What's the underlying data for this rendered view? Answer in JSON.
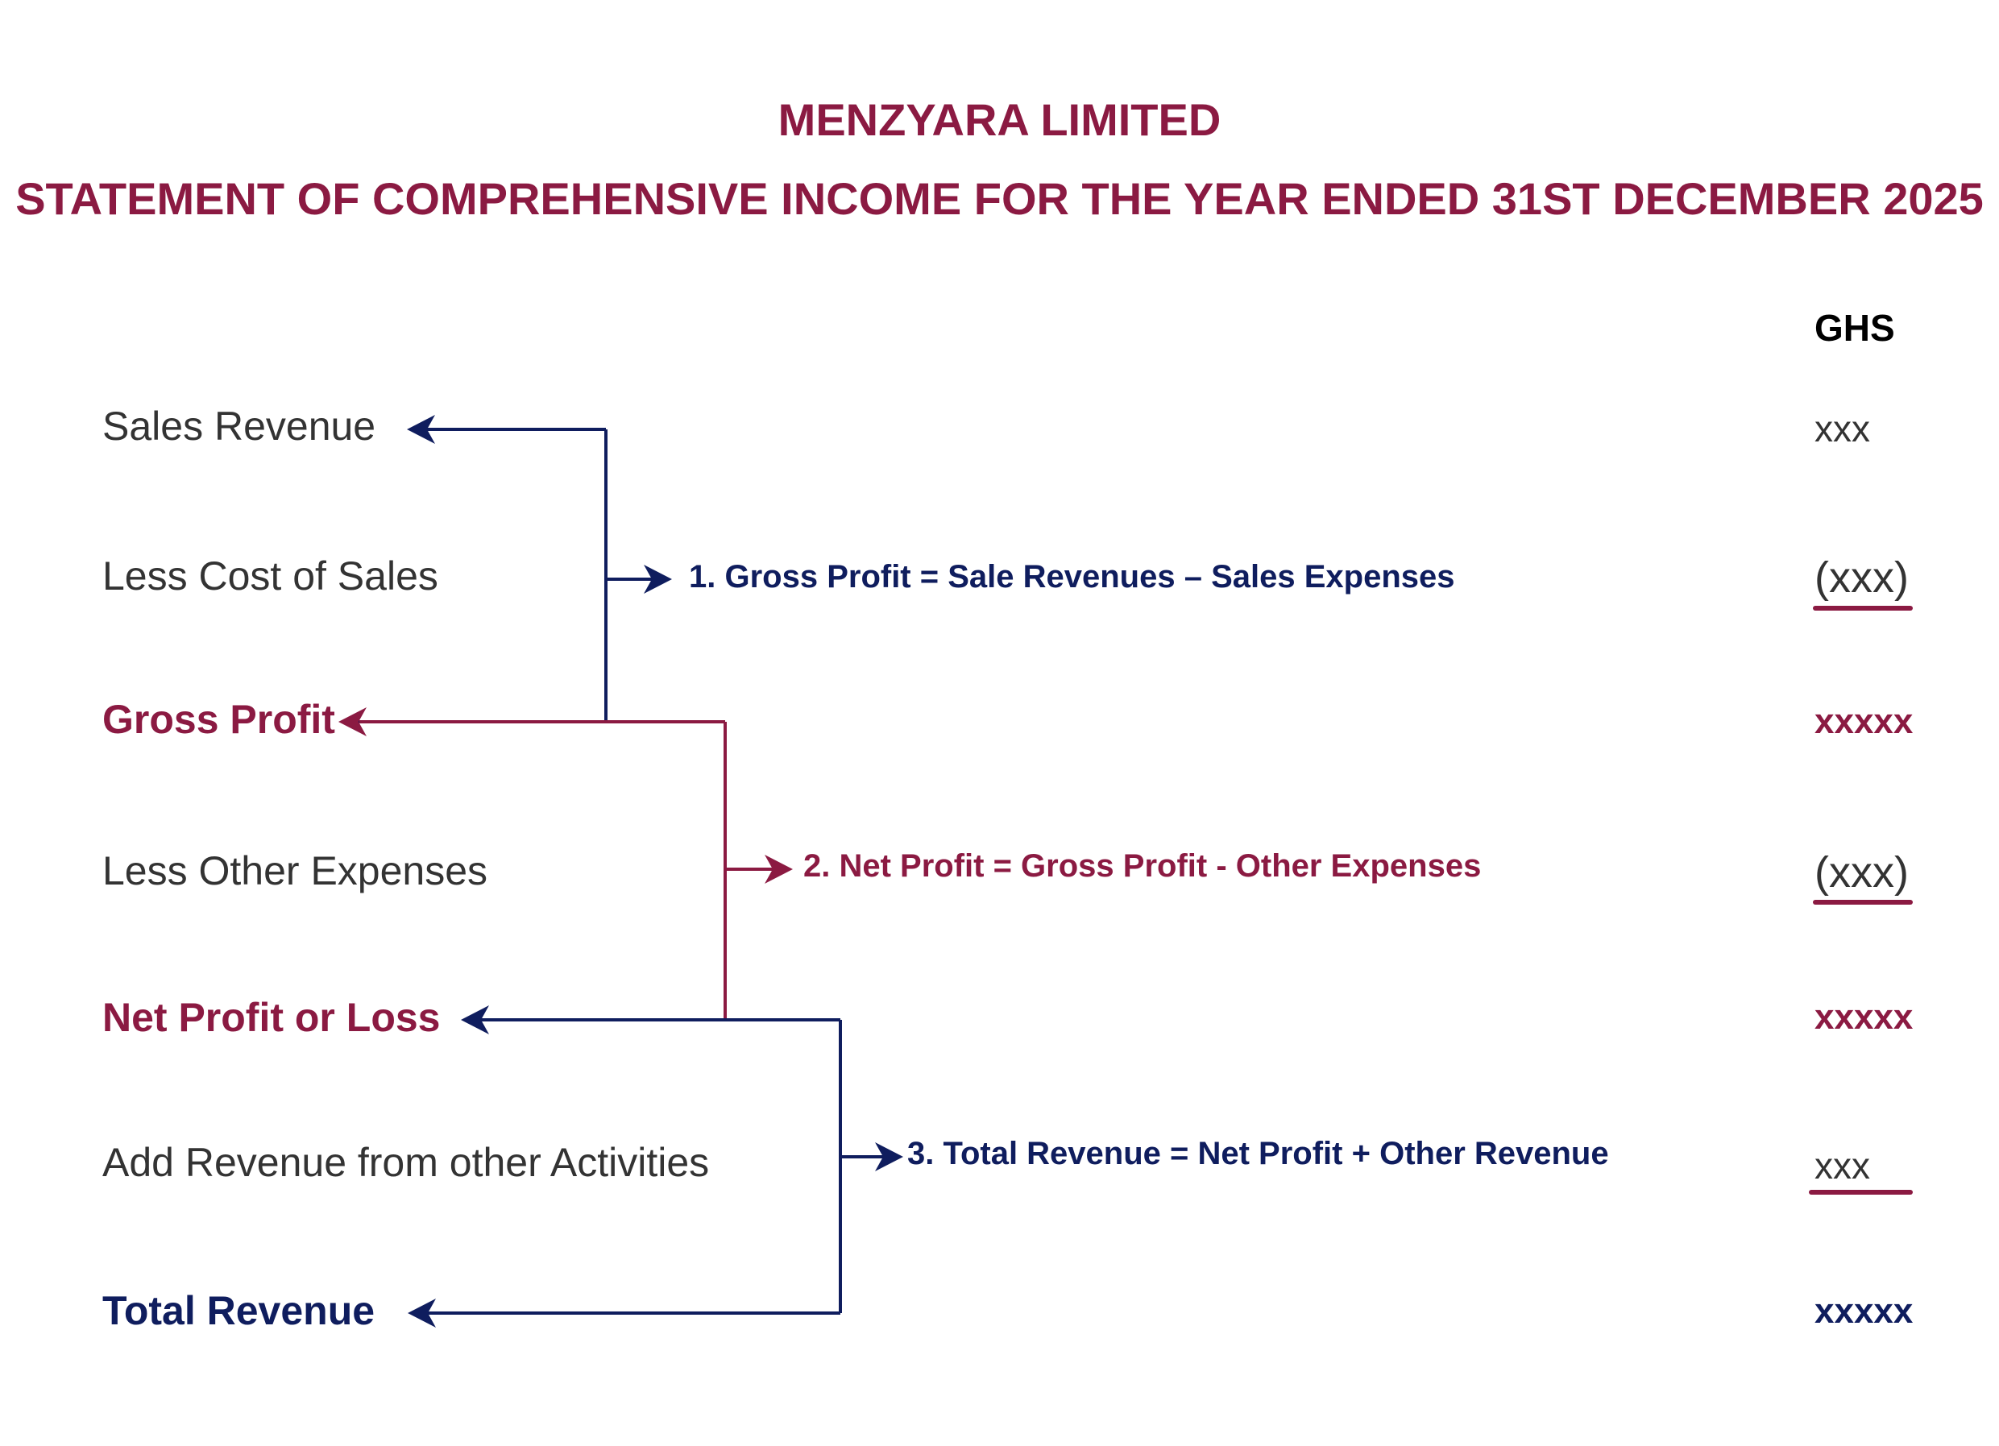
{
  "company": "MENZYARA LIMITED",
  "statement_title": "STATEMENT OF COMPREHENSIVE INCOME FOR THE YEAR ENDED 31ST DECEMBER 2025",
  "currency": "GHS",
  "rows": [
    {
      "label": "Sales Revenue",
      "amount": "xxx"
    },
    {
      "label": "Less Cost of Sales",
      "amount": "(xxx)"
    },
    {
      "label": "Gross Profit",
      "amount": "xxxxx"
    },
    {
      "label": "Less Other Expenses",
      "amount": "(xxx)"
    },
    {
      "label": "Net Profit or Loss",
      "amount": "xxxxx"
    },
    {
      "label": "Add Revenue from other Activities",
      "amount": "xxx"
    },
    {
      "label": "Total Revenue",
      "amount": "xxxxx"
    }
  ],
  "formulas": [
    "1. Gross Profit = Sale Revenues – Sales Expenses",
    "2. Net Profit = Gross Profit - Other Expenses",
    "3. Total Revenue = Net Profit + Other Revenue"
  ],
  "colors": {
    "maroon": "#8b1a42",
    "navy": "#0f1d5e",
    "text": "#333333"
  }
}
